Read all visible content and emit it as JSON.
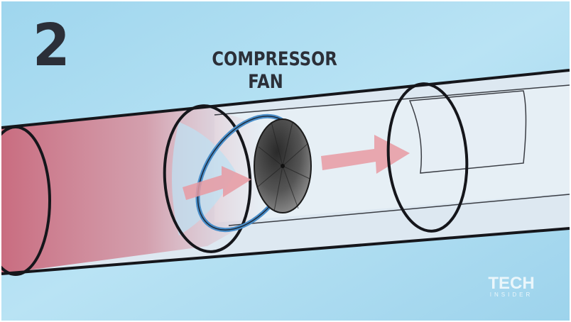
{
  "step": {
    "number": "2"
  },
  "labels": {
    "line1": "COMPRESSOR",
    "line2": "FAN"
  },
  "logo": {
    "main": "TECH",
    "sub": "INSIDER"
  },
  "colors": {
    "background": "#a9dcf0",
    "tube": "#dfe9f1",
    "outline": "#15161b",
    "air_arrow": "#e89aa2",
    "hot_air": "#c96a7c",
    "fan_ring": "#4a8ec9",
    "fan_blade": "#3a3a3a"
  },
  "icons": [
    "compressor-fan-icon",
    "airflow-arrow-icon"
  ]
}
